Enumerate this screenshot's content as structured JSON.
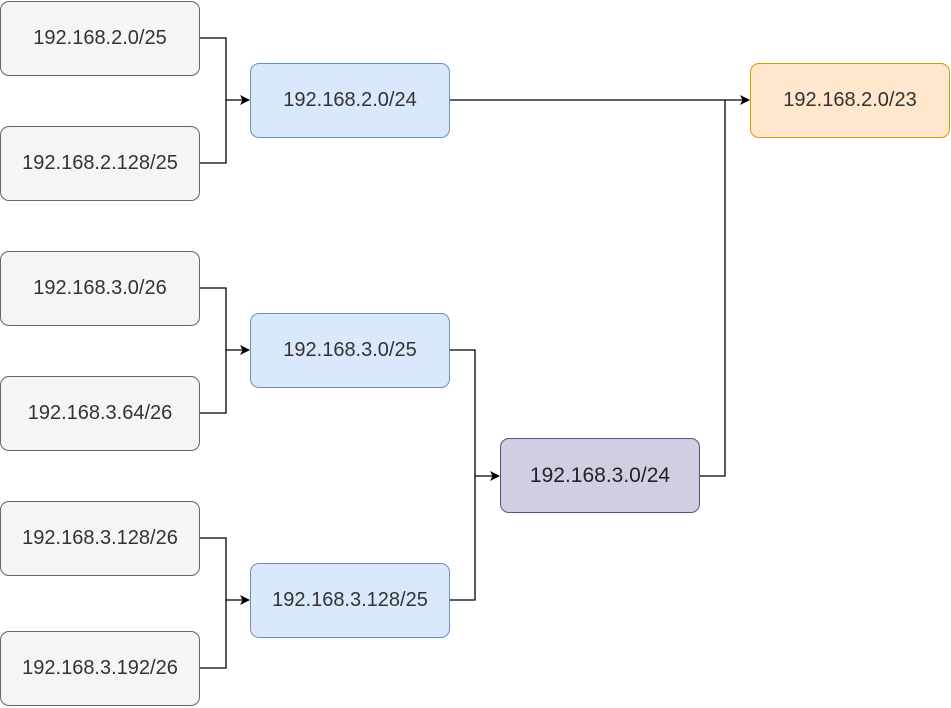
{
  "nodes": {
    "leaf1": "192.168.2.0/25",
    "leaf2": "192.168.2.128/25",
    "leaf3": "192.168.3.0/26",
    "leaf4": "192.168.3.64/26",
    "leaf5": "192.168.3.128/26",
    "leaf6": "192.168.3.192/26",
    "mid1": "192.168.2.0/24",
    "mid2": "192.168.3.0/25",
    "mid3": "192.168.3.128/25",
    "agg1": "192.168.3.0/24",
    "root": "192.168.2.0/23"
  },
  "colors": {
    "leaf_fill": "#f5f5f5",
    "leaf_border": "#666666",
    "mid_fill": "#dae8fc",
    "mid_border": "#6c8ebf",
    "agg_fill": "#d0cee2",
    "agg_border": "#56517e",
    "root_fill": "#ffe6cc",
    "root_border": "#d79b00",
    "edge": "#000000"
  }
}
